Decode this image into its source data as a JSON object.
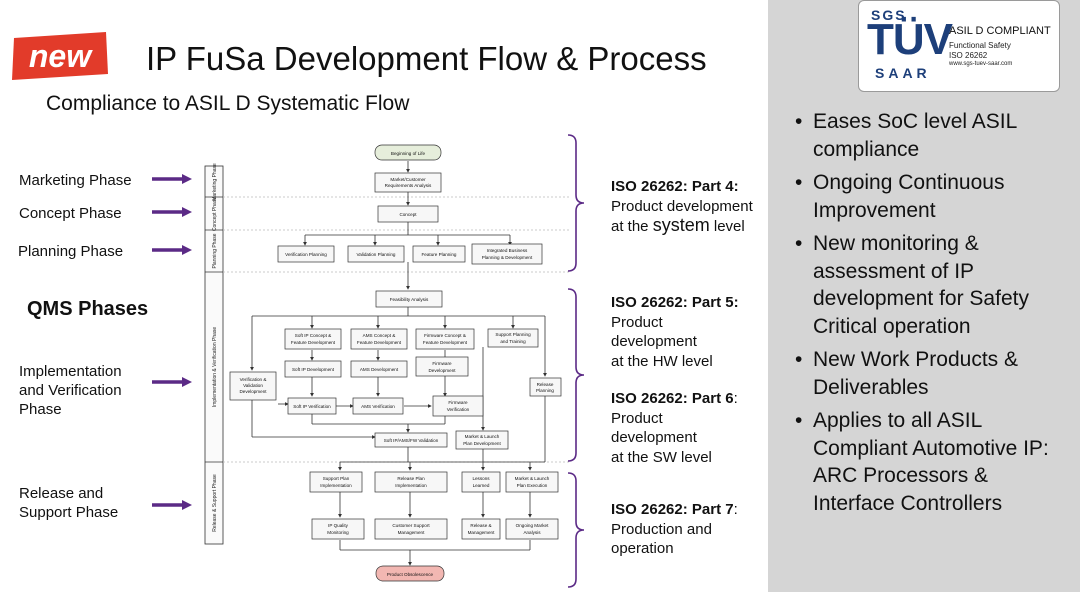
{
  "badge": {
    "label": "new"
  },
  "title": "IP FuSa Development Flow & Process",
  "subtitle": "Compliance to ASIL D Systematic Flow",
  "phases": [
    {
      "label": "Marketing Phase"
    },
    {
      "label": "Concept Phase"
    },
    {
      "label": "Planning Phase"
    },
    {
      "label": "Implementation and Verification Phase"
    },
    {
      "label": "Release and Support Phase"
    }
  ],
  "qms_label": "QMS Phases",
  "iso": [
    {
      "header": "ISO 26262: Part 4:",
      "line1": "Product development",
      "line2_pre": "at the ",
      "line2_big": "system",
      "line2_post": " level"
    },
    {
      "header": "ISO 26262: Part 5:",
      "body": [
        "Product",
        "development",
        "at the HW level"
      ]
    },
    {
      "header": "ISO 26262: Part 6",
      "suffix": ":",
      "body": [
        "Product",
        "development",
        "at the SW level"
      ]
    },
    {
      "header": "ISO 26262: Part 7",
      "suffix": ":",
      "body": [
        "Production and",
        "operation"
      ]
    }
  ],
  "tuv": {
    "sgs": "SGS",
    "brand": "TÜV",
    "saar": "SAAR",
    "compliant": "ASIL D COMPLIANT",
    "line1": "Functional Safety",
    "line2": "ISO 26262",
    "line3": "www.sgs-tuev-saar.com"
  },
  "bullets": [
    "Eases SoC level ASIL compliance",
    "Ongoing Continuous Improvement",
    "New monitoring & assessment of IP development for Safety Critical operation",
    "New Work Products & Deliverables",
    "Applies to all ASIL Compliant Automotive IP: ARC Processors & Interface Controllers"
  ],
  "flow": {
    "start": "Beginning of Life",
    "mcra": [
      "Market/Customer",
      "Requirements Analysis"
    ],
    "concept": "Concept",
    "verification_planning": "Verification Planning",
    "validation_planning": "Validation Planning",
    "feature_planning": "Feature Planning",
    "integrated": [
      "Integrated Business",
      "Planning & Development"
    ],
    "feasibility": "Feasibility Analysis",
    "soft_ip_concept": [
      "Soft IP Concept &",
      "Feature Development"
    ],
    "ams_concept": [
      "AMS Concept &",
      "Feature Development"
    ],
    "fw_concept": [
      "Firmware Concept &",
      "Feature Development"
    ],
    "support_planning": [
      "Support Planning",
      "and Training"
    ],
    "vv_dev": [
      "Verification &",
      "Validation",
      "Development"
    ],
    "soft_ip_dev": "Soft IP Development",
    "ams_dev": "AMS Development",
    "fw_dev": [
      "Firmware",
      "Development"
    ],
    "release_planning": [
      "Release",
      "Planning"
    ],
    "soft_ip_ver": "Soft IP Verification",
    "ams_ver": "AMS Verification",
    "fw_ver": [
      "Firmware",
      "Verification"
    ],
    "validation": "Soft IP/AMS/FW Validation",
    "mlp_dev": [
      "Market & Launch",
      "Plan Development"
    ],
    "support_impl": [
      "Support Plan",
      "Implementation"
    ],
    "release_impl": [
      "Release Plan",
      "Implementation"
    ],
    "lessons": [
      "Lessons",
      "Learned"
    ],
    "mlp_exec": [
      "Market & Launch",
      "Plan Execution"
    ],
    "ip_quality": [
      "IP Quality",
      "Monitoring"
    ],
    "cust_support": [
      "Customer Support",
      "Management"
    ],
    "release_mgmt": [
      "Release &",
      "Management"
    ],
    "ongoing_market": [
      "Ongoing Market",
      "Analysis"
    ],
    "end": "Product Obsolescence",
    "lane_marketing": "Marketing Phase",
    "lane_concept": "Concept Phase",
    "lane_planning": "Planning Phase",
    "lane_impl": "Implementation & Verification Phase",
    "lane_release": "Release & Support Phase"
  },
  "colors": {
    "arrow": "#5b2a86",
    "badge_red": "#e23b2a",
    "panel": "#d5d5d5",
    "tuv_blue": "#1d3f7a"
  }
}
